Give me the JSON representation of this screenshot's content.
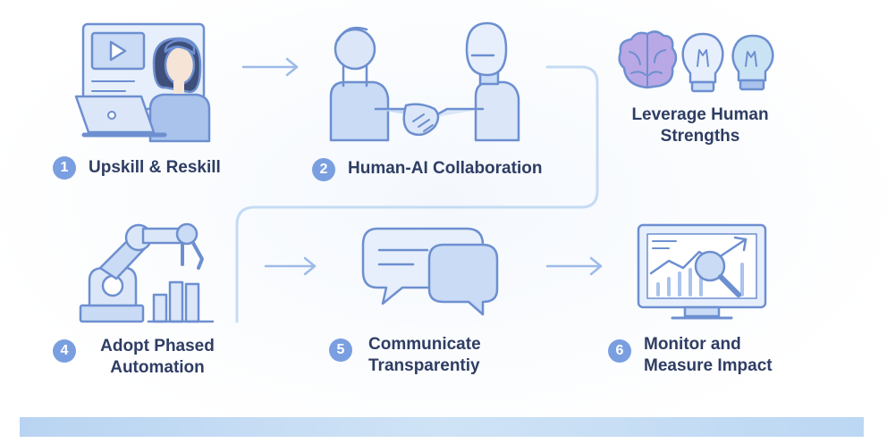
{
  "steps": [
    {
      "number": "1",
      "label": "Upskill & Reskill"
    },
    {
      "number": "2",
      "label": "Human-AI Collaboration"
    },
    {
      "number": "",
      "label_line1": "Leverage Human",
      "label_line2": "Strengths"
    },
    {
      "number": "4",
      "label_line1": "Adopt Phased",
      "label_line2": "Automation"
    },
    {
      "number": "5",
      "label_line1": "Communicate",
      "label_line2": "Transparentiy"
    },
    {
      "number": "6",
      "label_line1": "Monitor and",
      "label_line2": "Measure Impact"
    }
  ],
  "colors": {
    "line": "#6d8fd0",
    "fill": "#dbe7f8",
    "fill_dark": "#a9c3ec",
    "badge": "#7a9fe0",
    "text": "#2e3d63",
    "connector": "#c5dbf4",
    "brain": "#b9a8e6"
  },
  "icons": {
    "step1": "person-with-laptop-and-video-screen-icon",
    "step2": "human-robot-handshake-icon",
    "step3": "brain-and-lightbulbs-icon",
    "step4": "robotic-arm-and-bar-chart-icon",
    "step5": "speech-bubbles-icon",
    "step6": "monitor-with-trend-chart-and-magnifier-icon"
  }
}
